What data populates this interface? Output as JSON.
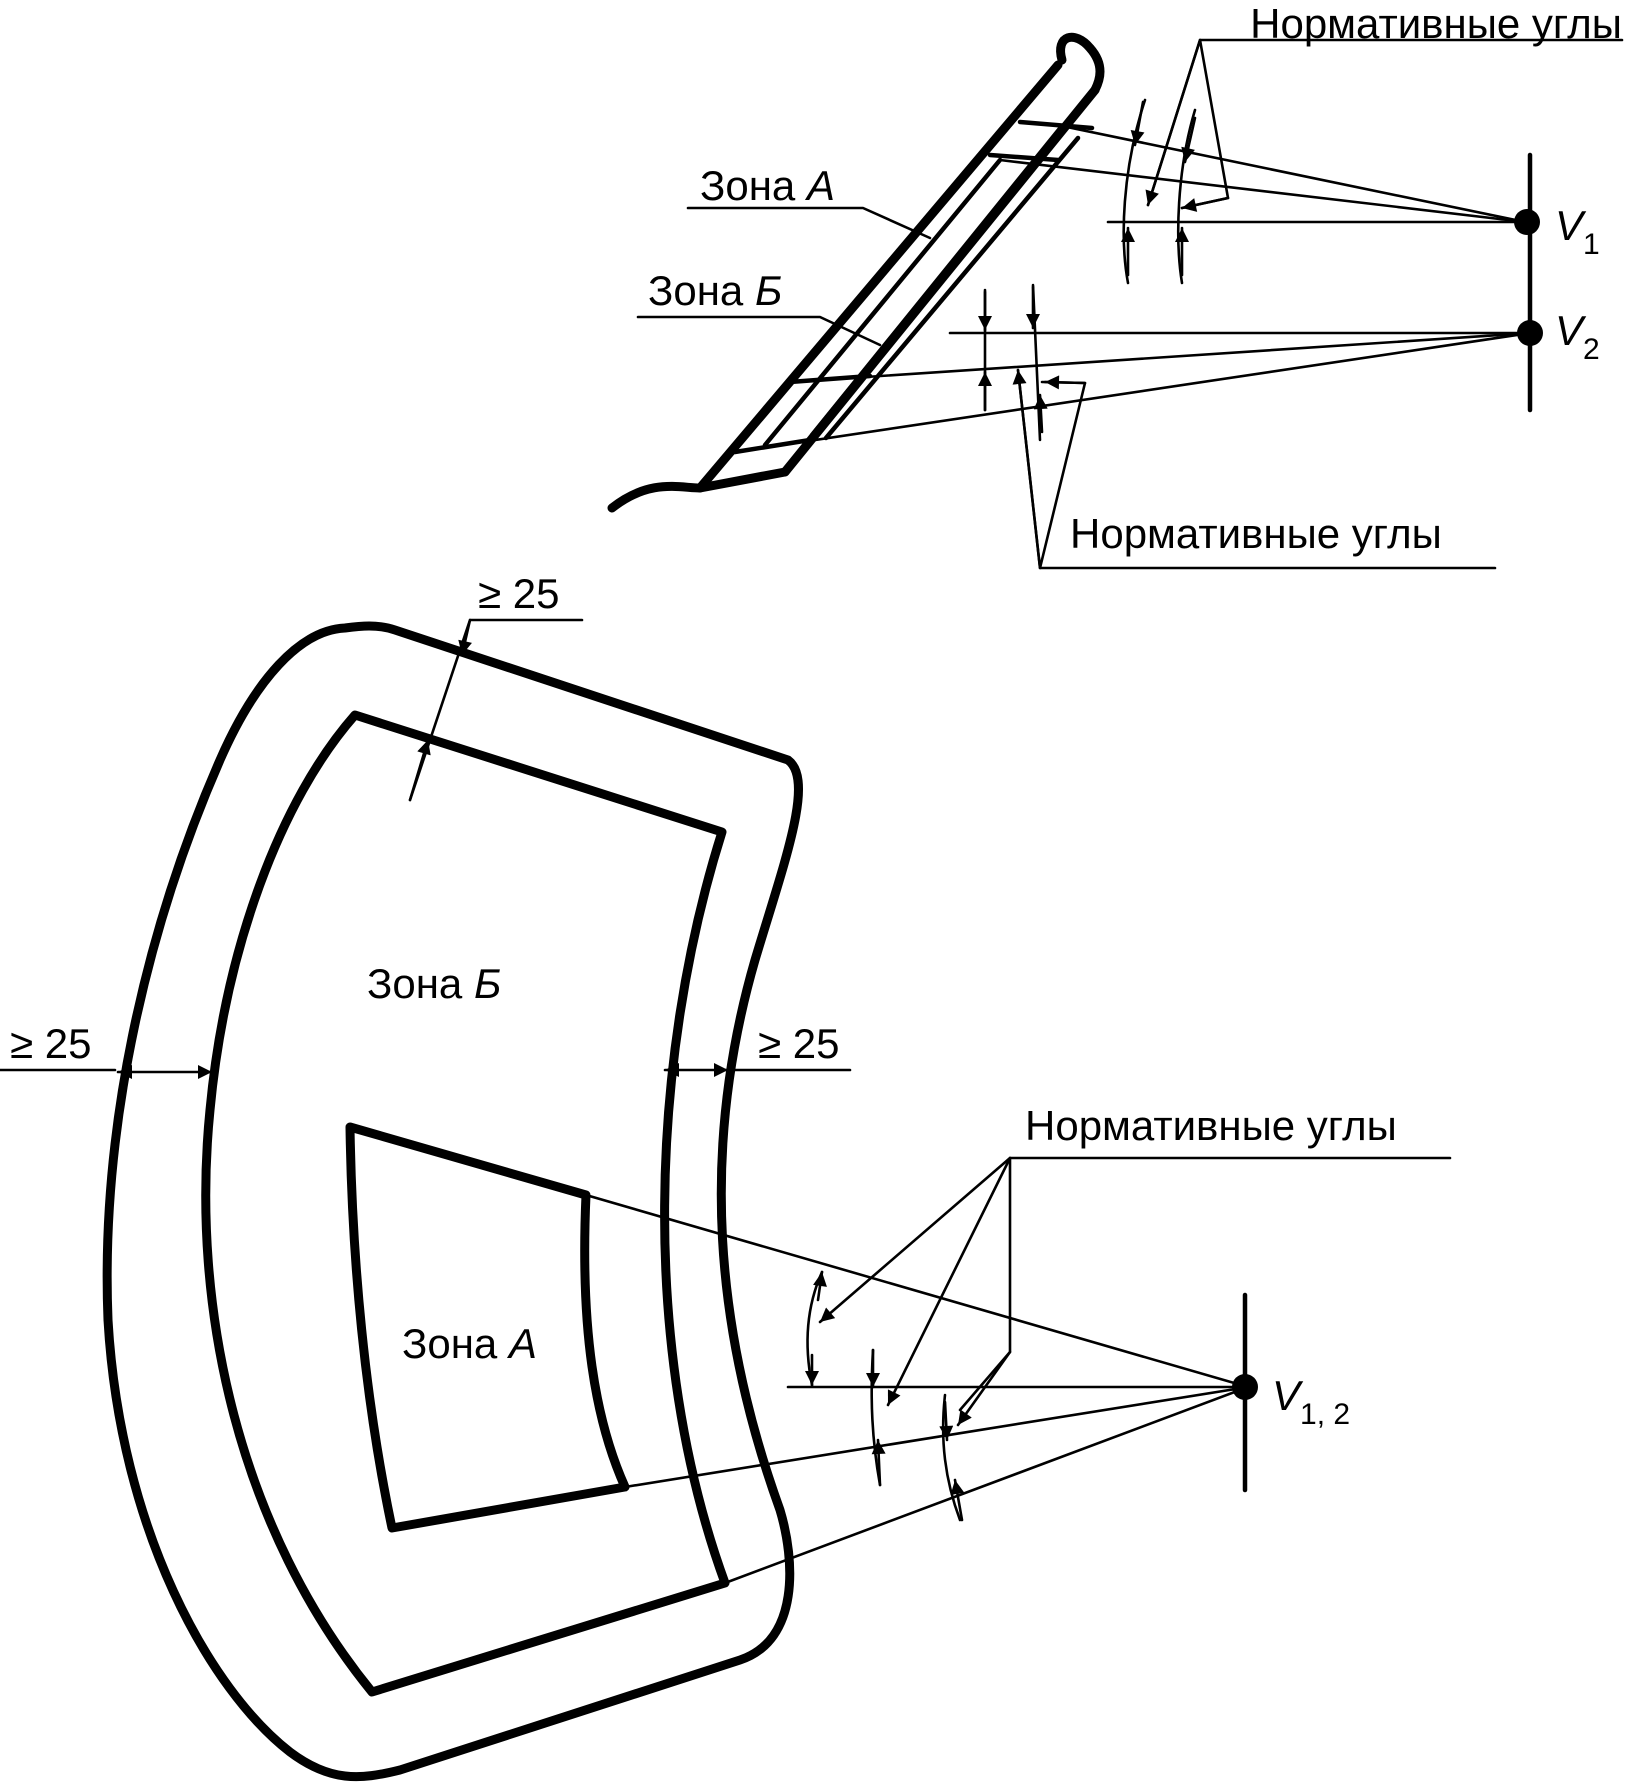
{
  "labels": {
    "normative_angles": "Нормативные углы",
    "zone_a": "Зона",
    "zone_b": "Зона",
    "letter_a": "А",
    "letter_b": "Б",
    "min_width": "≥ 25",
    "v": "V",
    "v1_sub": "1",
    "v2_sub": "2",
    "v12_sub": "1, 2"
  },
  "colors": {
    "ink": "#000000",
    "paper": "#ffffff"
  }
}
